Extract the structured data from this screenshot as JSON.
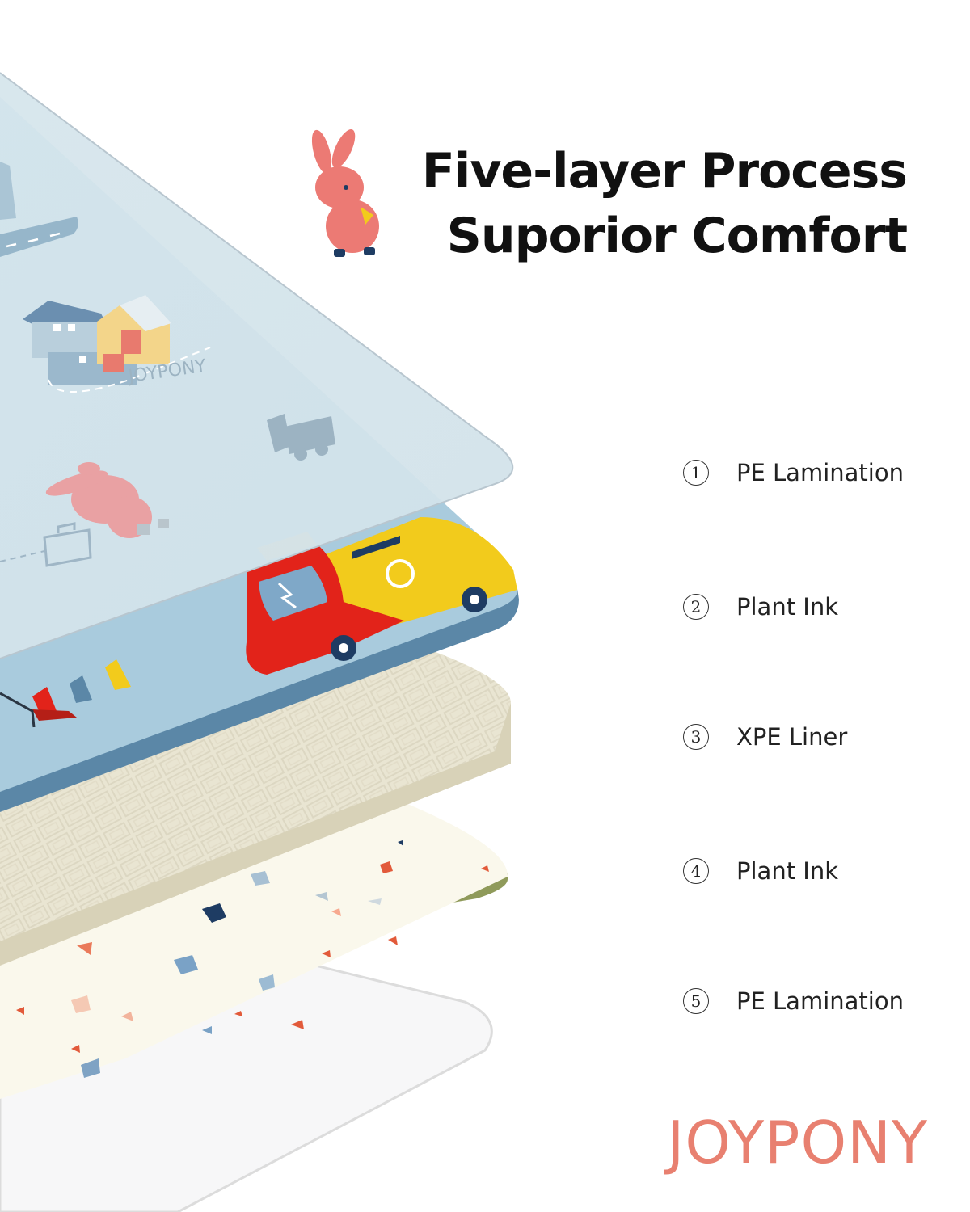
{
  "headline": {
    "line1": "Five-layer Process",
    "line2": "Suporior Comfort"
  },
  "layers": [
    {
      "num": "1",
      "label": "PE Lamination"
    },
    {
      "num": "2",
      "label": "Plant Ink"
    },
    {
      "num": "3",
      "label": "XPE Liner"
    },
    {
      "num": "4",
      "label": "Plant Ink"
    },
    {
      "num": "5",
      "label": "PE Lamination"
    }
  ],
  "mat_brand_text": "JOYPONY",
  "brand": "JOYPONY",
  "colors": {
    "brand": "#E88070",
    "mat_blue": "#A9CBDD",
    "foam": "#E9E5D2",
    "cream": "#FAF8EC",
    "truck_red": "#E2231A",
    "truck_yellow": "#F2CB1C"
  }
}
